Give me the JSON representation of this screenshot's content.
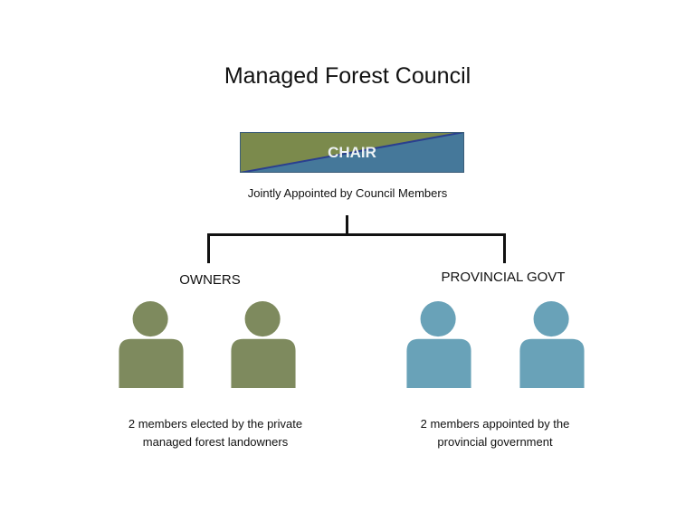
{
  "title": "Managed Forest Council",
  "chair": {
    "label": "CHAIR",
    "subtitle": "Jointly Appointed by Council Members"
  },
  "groups": [
    {
      "label": "OWNERS",
      "member_count": 2,
      "caption_lines": [
        "2 members elected by the private",
        "managed forest landowners"
      ],
      "color": "#7e8a5e"
    },
    {
      "label": "PROVINCIAL GOVT",
      "member_count": 2,
      "caption_lines": [
        "2 members appointed by the",
        "provincial government"
      ],
      "color": "#69a2b8"
    }
  ],
  "colors": {
    "chair_olive": "#7b8a4c",
    "chair_blue": "#45789a",
    "chair_diagonal": "#2a3f8f"
  }
}
